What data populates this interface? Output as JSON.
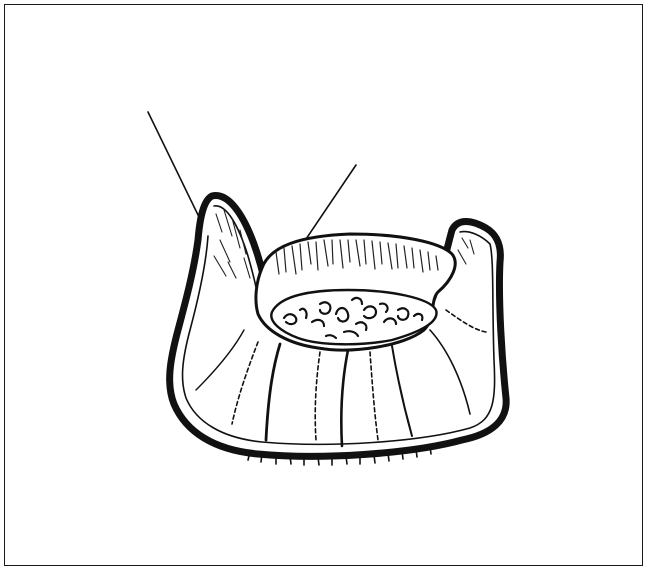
{
  "figure": {
    "subject": "tooth-crown-illustration",
    "style": "line-drawing",
    "stroke_color": "#111111",
    "background_color": "#ffffff",
    "leader_lines": 2,
    "labels": []
  }
}
